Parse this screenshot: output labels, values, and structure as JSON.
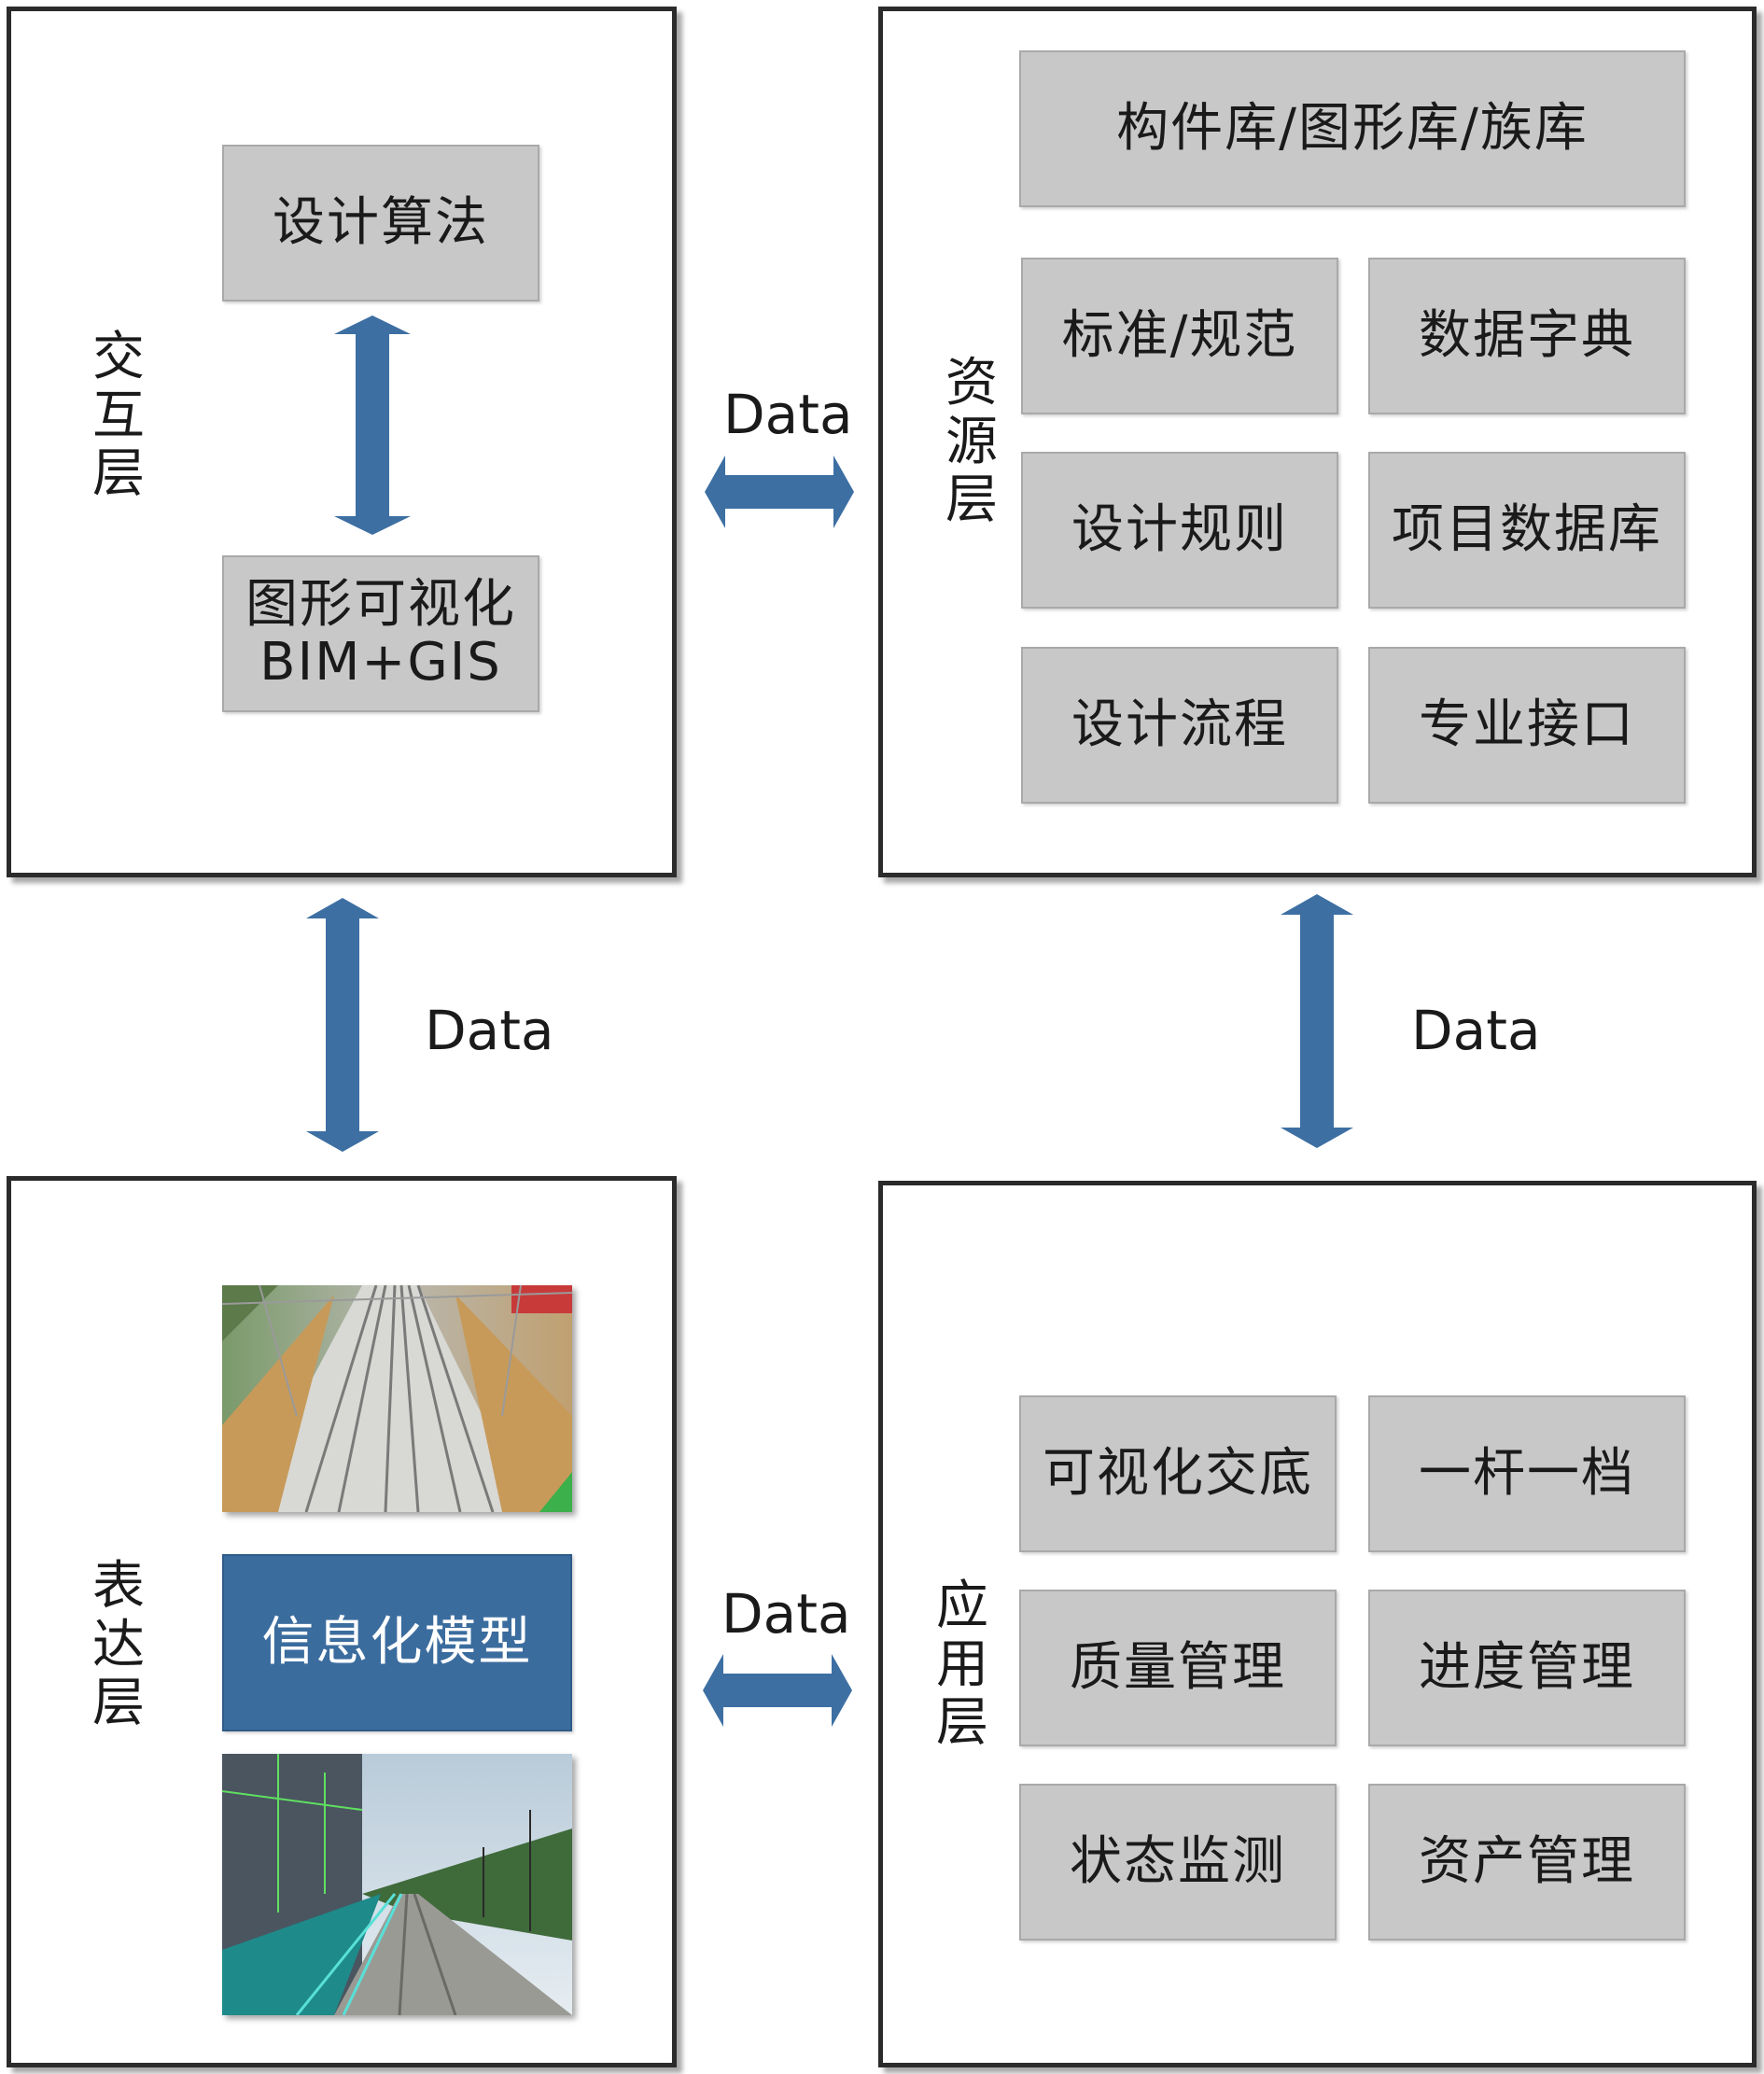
{
  "colors": {
    "arrow": "#3d6fa3",
    "box_fill": "#c8c8c8",
    "blue_box": "#3b6c9e",
    "border": "#2b2b2b"
  },
  "interaction_layer": {
    "title": "交互层",
    "algorithm": "设计算法",
    "visualization": "图形可视化\nBIM+GIS"
  },
  "resource_layer": {
    "title": "资源层",
    "top": "构件库/图形库/族库",
    "items": [
      "标准/规范",
      "数据字典",
      "设计规则",
      "项目数据库",
      "设计流程",
      "专业接口"
    ]
  },
  "expression_layer": {
    "title": "表达层",
    "info_model": "信息化模型"
  },
  "application_layer": {
    "title": "应用层",
    "items": [
      "可视化交底",
      "一杆一档",
      "质量管理",
      "进度管理",
      "状态监测",
      "资产管理"
    ]
  },
  "connectors": {
    "top": "Data",
    "left": "Data",
    "right": "Data",
    "bottom": "Data"
  }
}
